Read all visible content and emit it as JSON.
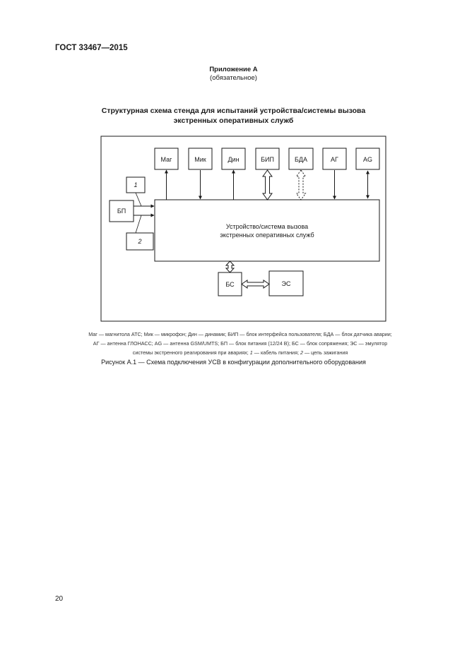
{
  "header": {
    "standard": "ГОСТ 33467—2015"
  },
  "appendix": {
    "title": "Приложение А",
    "status": "(обязательное)"
  },
  "figure": {
    "title_line1": "Структурная схема стенда для испытаний устройства/системы вызова",
    "title_line2": "экстренных оперативных служб",
    "blocks": {
      "mag": "Маг",
      "mik": "Мик",
      "din": "Дин",
      "bip": "БИП",
      "bda": "БДА",
      "ag_ru": "АГ",
      "ag_en": "AG",
      "bp": "БП",
      "bs": "БС",
      "es": "ЭС",
      "device_line1": "Устройство/система вызова",
      "device_line2": "экстренных оперативных служб",
      "callout1": "1",
      "callout2": "2"
    },
    "legend_line1": "Маг — магнитола АТС; Мик — микрофон; Дин — динамик; БИП — блок интерфейса пользователя; БДА — блок датчика аварии;",
    "legend_line2": "АГ — антенна ГЛОНАСС; AG — антенна GSM/UMTS; БП — блок питания (12/24 В); БС — блок сопряжения; ЭС — эмулятор",
    "legend_line3_pre": "системы экстренного реагирования при авариях; ",
    "legend_num1": "1",
    "legend_line3_mid": " — кабель питания; ",
    "legend_num2": "2",
    "legend_line3_post": " — цепь зажигания",
    "caption": "Рисунок А.1 — Схема подключения УСВ в конфигурации дополнительного оборудования"
  },
  "footer": {
    "page_number": "20"
  }
}
